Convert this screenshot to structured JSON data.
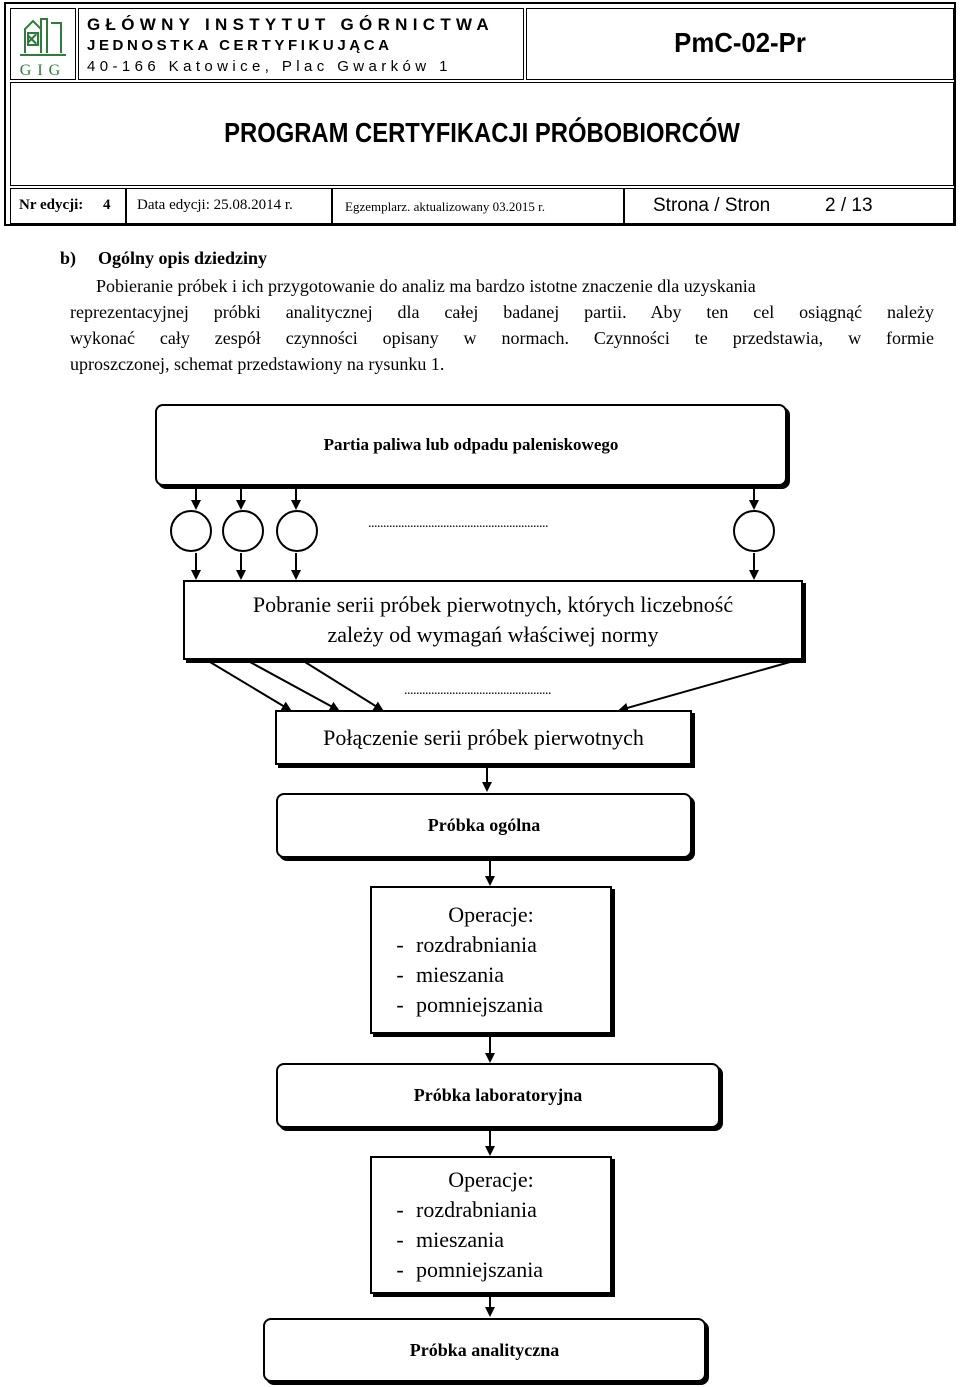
{
  "header": {
    "logo_text": "GIG",
    "institute_line1": "GŁÓWNY INSTYTUT GÓRNICTWA",
    "institute_line2": "JEDNOSTKA CERTYFIKUJĄCA",
    "institute_line3": "40-166 Katowice, Plac Gwarków 1",
    "doc_code": "PmC-02-Pr",
    "doc_title": "PROGRAM CERTYFIKACJI PRÓBOBIORCÓW",
    "edition_label": "Nr edycji:",
    "edition_value": "4",
    "edition_date": "Data edycji: 25.08.2014 r.",
    "copy_status": "Egzemplarz. aktualizowany 03.2015 r.",
    "page_label": "Strona / Stron",
    "page_value": "2 / 13"
  },
  "section": {
    "letter": "b)",
    "heading": "Ogólny opis dziedziny",
    "paragraph_lines": [
      "Pobieranie próbek i ich przygotowanie do analiz ma bardzo istotne znaczenie dla uzyskania",
      "reprezentacyjnej próbki analitycznej dla całej badanej partii. Aby ten cel osiągnąć należy",
      "wykonać cały zespół czynności opisany w normach. Czynności te przedstawia, w formie",
      "uproszczonej, schemat przedstawiony na rysunku 1."
    ]
  },
  "diagram": {
    "batch_label": "Partia paliwa lub odpadu paleniskowego",
    "dots1": "............................................................",
    "sampling_line1": "Pobranie serii próbek pierwotnych, których liczebność",
    "sampling_line2": "zależy od wymagań właściwej normy",
    "dots2": ".................................................",
    "combine_label": "Połączenie serii próbek pierwotnych",
    "general_sample": "Próbka ogólna",
    "ops1": {
      "title": "Operacje:",
      "items": [
        "rozdrabniania",
        "mieszania",
        "pomniejszania"
      ]
    },
    "lab_sample": "Próbka laboratoryjna",
    "ops2": {
      "title": "Operacje:",
      "items": [
        "rozdrabniania",
        "mieszania",
        "pomniejszania"
      ]
    },
    "analytical_sample": "Próbka analityczna"
  }
}
